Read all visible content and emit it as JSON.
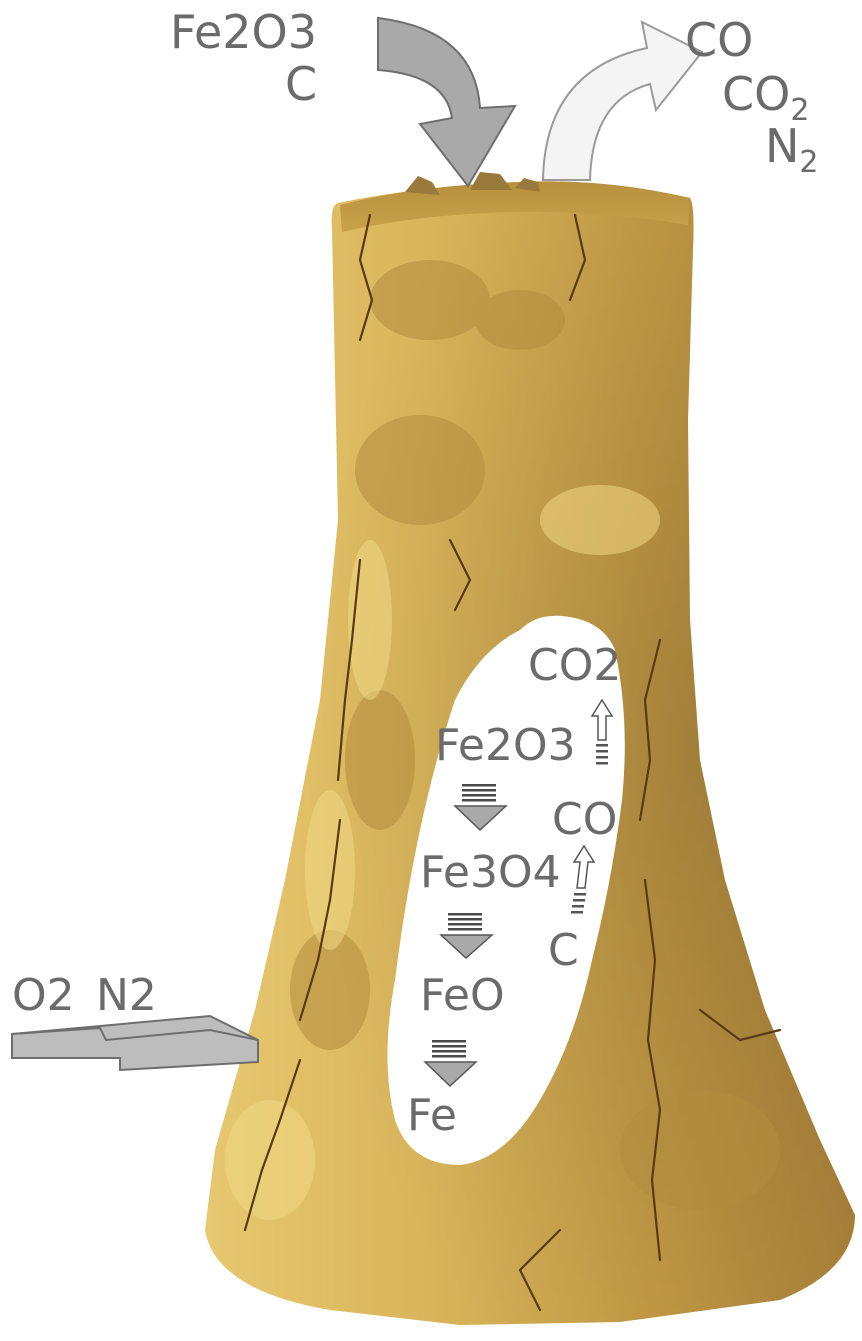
{
  "inputs_top": {
    "formula": "Fe2O3",
    "carbon": "C"
  },
  "exhaust": {
    "co": "CO",
    "co2": "CO",
    "co2_sub": "2",
    "n2": "N",
    "n2_sub": "2"
  },
  "air_in": {
    "o2": "O2",
    "n2": "N2"
  },
  "reduction_chain": {
    "fe2o3": "Fe2O3",
    "fe3o4": "Fe3O4",
    "feo": "FeO",
    "fe": "Fe"
  },
  "gas_chain": {
    "co2": "CO2",
    "co": "CO",
    "c": "C"
  },
  "colors": {
    "clay_base": "#c9a24a",
    "clay_light": "#e3c46a",
    "clay_dark": "#8a6a2a",
    "crack": "#5a3a14",
    "label_gray": "#6b6b6b",
    "arrow_gray": "#a9a9a9",
    "arrow_white": "#f2f2f2"
  }
}
